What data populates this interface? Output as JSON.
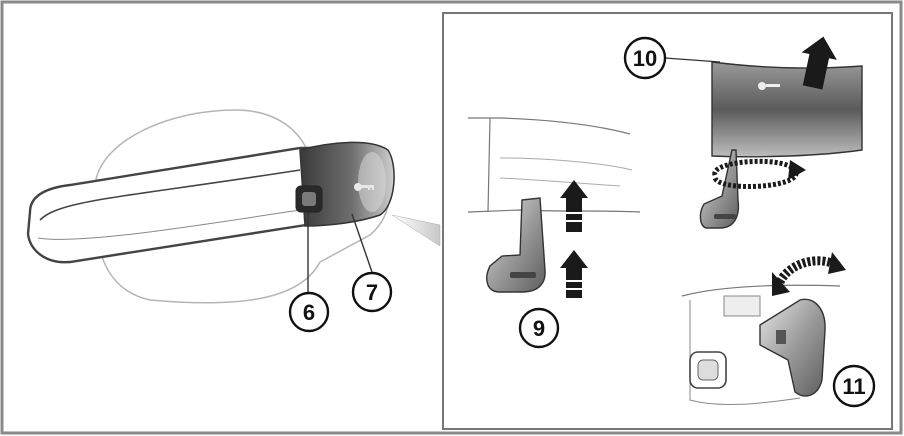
{
  "callouts": [
    {
      "id": "c6",
      "label": "6"
    },
    {
      "id": "c7",
      "label": "7"
    },
    {
      "id": "c9",
      "label": "9"
    },
    {
      "id": "c10",
      "label": "10"
    },
    {
      "id": "c11",
      "label": "11"
    }
  ],
  "colors": {
    "frame": "#8a8a8a",
    "line": "#555555",
    "cap_dark": "#4a4a4a",
    "cap_light": "#bdbdbd",
    "arrow": "#1a1a1a",
    "key_metal": "#9a9a9a"
  }
}
